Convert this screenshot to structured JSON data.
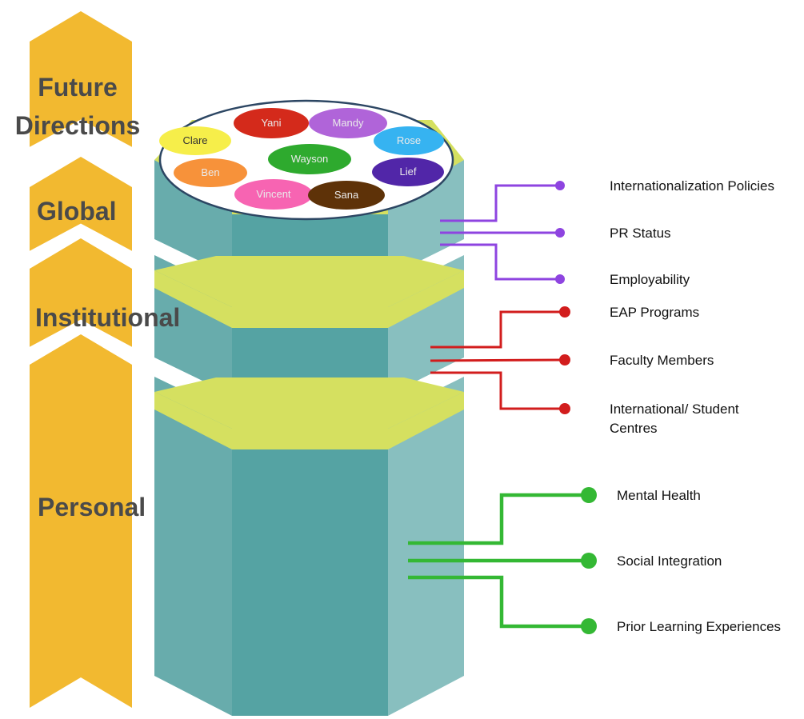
{
  "stages": [
    {
      "label_lines": [
        "Future",
        "Directions"
      ]
    },
    {
      "label_lines": [
        "Global"
      ]
    },
    {
      "label_lines": [
        "Institutional"
      ]
    },
    {
      "label_lines": [
        "Personal"
      ]
    }
  ],
  "people": [
    {
      "name": "Yani",
      "color": "#d42a1b"
    },
    {
      "name": "Mandy",
      "color": "#b064d9"
    },
    {
      "name": "Clare",
      "color": "#f6ee4a"
    },
    {
      "name": "Rose",
      "color": "#36b3f1"
    },
    {
      "name": "Wayson",
      "color": "#2eaa2e"
    },
    {
      "name": "Ben",
      "color": "#f7923a"
    },
    {
      "name": "Lief",
      "color": "#5126a8"
    },
    {
      "name": "Vincent",
      "color": "#f764b2"
    },
    {
      "name": "Sana",
      "color": "#5e3208"
    }
  ],
  "branch_groups": [
    {
      "color": "#8e44e0",
      "items": [
        {
          "label_lines": [
            "Internationalization Policies"
          ]
        },
        {
          "label_lines": [
            "PR Status"
          ]
        },
        {
          "label_lines": [
            "Employability"
          ]
        }
      ]
    },
    {
      "color": "#d21d1d",
      "items": [
        {
          "label_lines": [
            "EAP Programs"
          ]
        },
        {
          "label_lines": [
            "Faculty Members"
          ]
        },
        {
          "label_lines": [
            "International/ Student",
            "Centres"
          ]
        }
      ]
    },
    {
      "color": "#34b834",
      "items": [
        {
          "label_lines": [
            "Mental Health"
          ]
        },
        {
          "label_lines": [
            "Social Integration"
          ]
        },
        {
          "label_lines": [
            "Prior Learning Experiences"
          ]
        }
      ]
    }
  ],
  "colors": {
    "arrow": "#f2b930",
    "tower_dark": "#55a3a3",
    "tower_mid": "#68acac",
    "tower_light": "#88bfbf",
    "band": "#d5e060",
    "stage_text": "#4a4a4a"
  }
}
